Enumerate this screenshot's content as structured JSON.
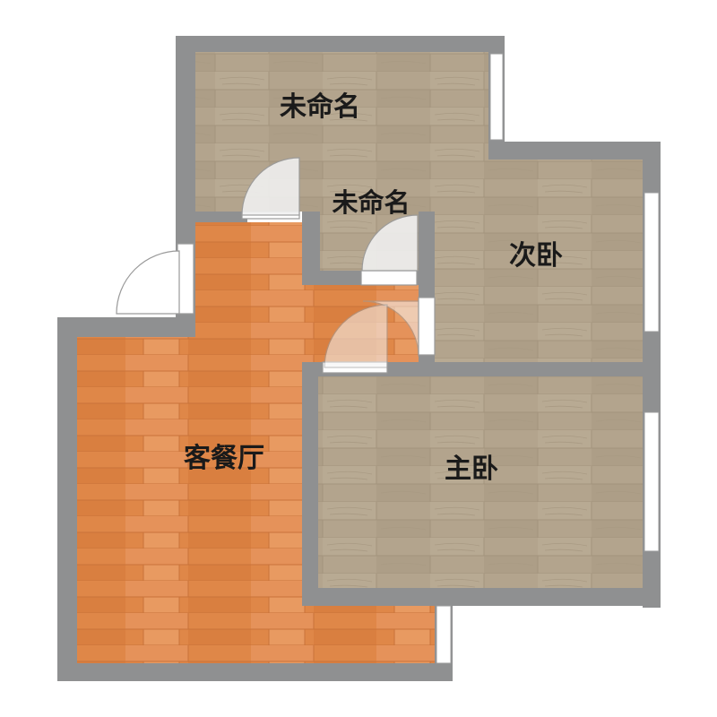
{
  "rooms": {
    "unnamed_top": {
      "label": "未命名"
    },
    "unnamed_small": {
      "label": "未命名"
    },
    "second_bedroom": {
      "label": "次卧"
    },
    "living_dining": {
      "label": "客餐厅"
    },
    "master_bedroom": {
      "label": "主卧"
    }
  },
  "colors": {
    "wall": "#8f9091",
    "wood_floor_gray": "#b4a48c",
    "wood_floor_orange": "#e0884a",
    "door_fill": "#f2f2f2",
    "window": "#ffffff"
  }
}
